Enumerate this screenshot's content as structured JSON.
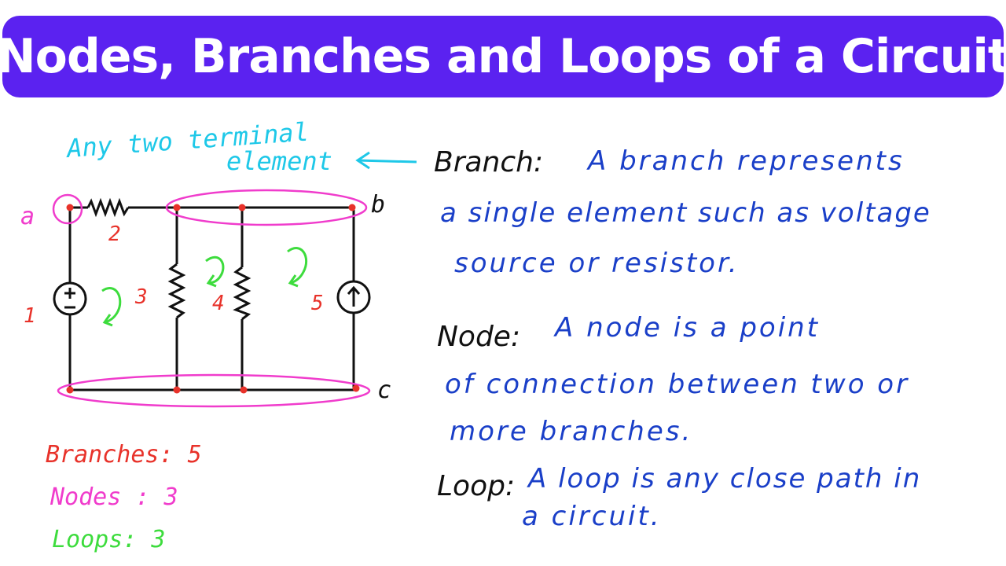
{
  "title": "Nodes, Branches and Loops of a Circuit",
  "annotation": {
    "line1": "Any two terminal",
    "line2": "element"
  },
  "nodes": {
    "a": "a",
    "b": "b",
    "c": "c"
  },
  "branch_numbers": [
    "1",
    "2",
    "3",
    "4",
    "5"
  ],
  "definitions": {
    "branch": {
      "term": "Branch:",
      "lines": [
        "A branch represents",
        "a single element such as voltage",
        "source or resistor."
      ]
    },
    "node": {
      "term": "Node:",
      "lines": [
        "A node is a point",
        "of connection between two or",
        "more branches."
      ]
    },
    "loop": {
      "term": "Loop:",
      "lines": [
        "A loop is any close path in",
        "a circuit."
      ]
    }
  },
  "summary": {
    "branches": "Branches: 5",
    "nodes": "Nodes : 3",
    "loops": "Loops: 3"
  },
  "colors": {
    "title_bg": "#5b22f0",
    "annotation": "#1ec8e8",
    "branch_number": "#e8322a",
    "node_highlight": "#f03ccc",
    "loop_arrow": "#3ddc3d",
    "definition_text": "#1a3fc8",
    "term_text": "#111111"
  }
}
